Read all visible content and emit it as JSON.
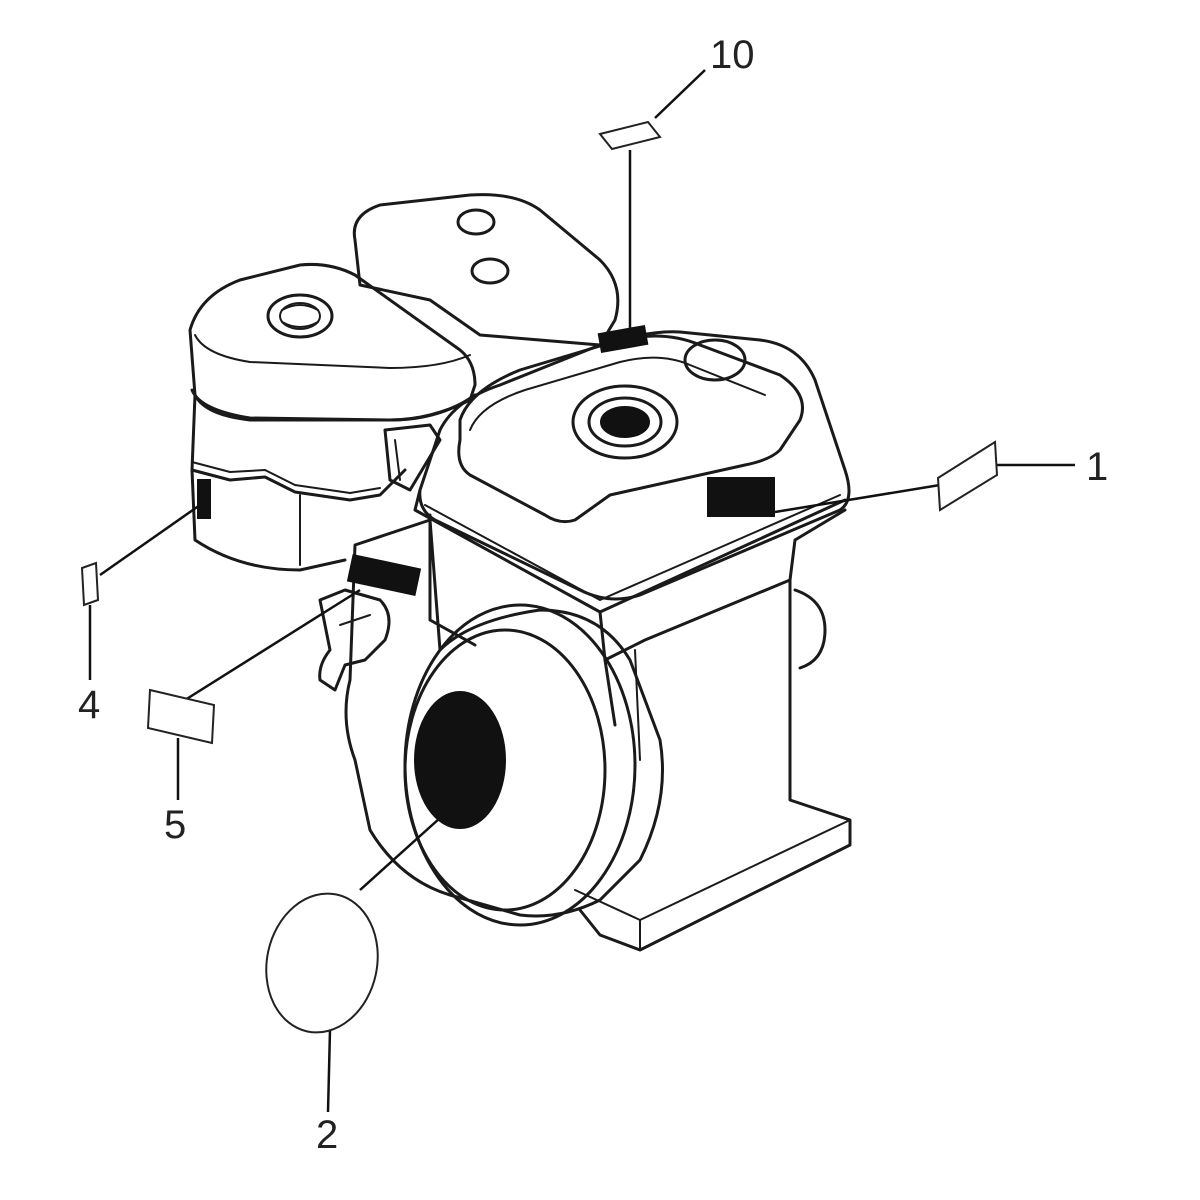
{
  "callouts": {
    "c1": "1",
    "c2": "2",
    "c4": "4",
    "c5": "5",
    "c10": "10"
  },
  "colors": {
    "line": "#1a1a1a",
    "background": "#ffffff"
  }
}
